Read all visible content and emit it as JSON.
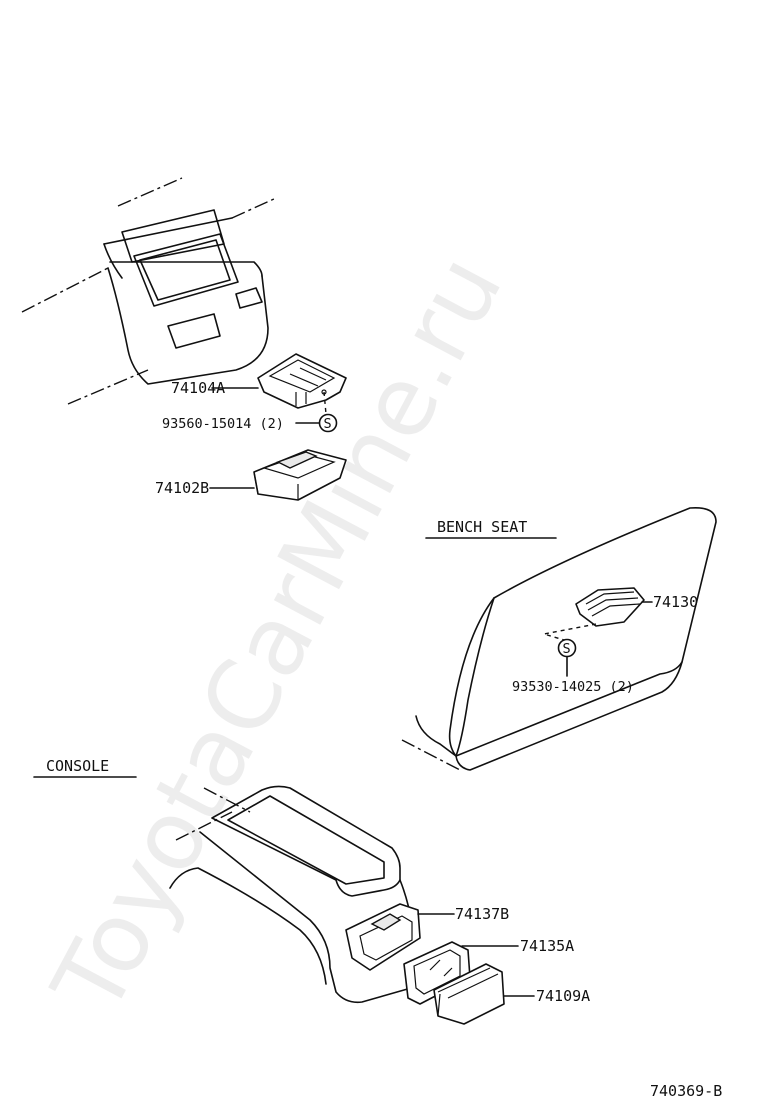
{
  "watermark": "ToyotaCarMine.ru",
  "sections": {
    "bench_seat": "BENCH SEAT",
    "console": "CONSOLE"
  },
  "parts": {
    "p74104A": "74104A",
    "p93560": "93560-15014 (2)",
    "p74102B": "74102B",
    "p74130": "74130",
    "p93530": "93530-14025 (2)",
    "p74137B": "74137B",
    "p74135A": "74135A",
    "p74109A": "74109A"
  },
  "screw_symbol": "S",
  "diagram_code": "740369-B"
}
